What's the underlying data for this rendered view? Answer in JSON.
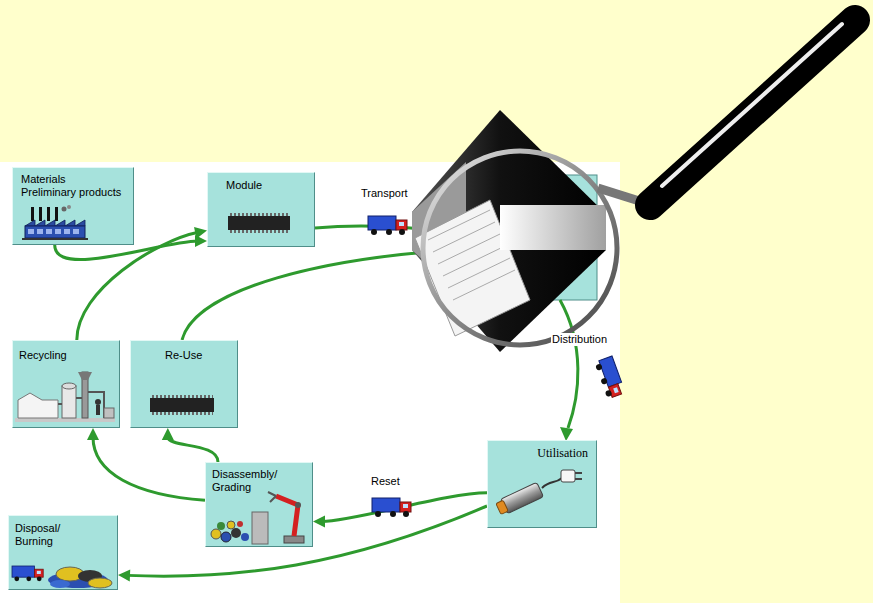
{
  "diagram": {
    "nodes": [
      {
        "text": [
          "Materials Preliminary products"
        ]
      },
      {
        "text": [
          "Module"
        ]
      },
      {
        "text": [
          "Recycling"
        ]
      },
      {
        "text": [
          "Re-Use"
        ]
      },
      {
        "text": [
          "Utilisation"
        ]
      },
      {
        "text": [
          "Disassembly/ Grading"
        ]
      },
      {
        "text": [
          "Disposal/ Burning"
        ]
      }
    ],
    "edges": [
      {
        "from": 0,
        "to": 1,
        "arrow": "to"
      },
      {
        "from": 2,
        "to": 1,
        "arrow": "to"
      },
      {
        "from": 4,
        "to": 5,
        "label": "Reset",
        "arrow": "to"
      },
      {
        "from": 4,
        "to": 6,
        "arrow": "to"
      },
      {
        "from": 5,
        "to": 2,
        "arrow": "to"
      },
      {
        "from": 5,
        "to": 3,
        "arrow": "to"
      }
    ],
    "labels": [
      "Transport",
      "Distribution"
    ]
  }
}
